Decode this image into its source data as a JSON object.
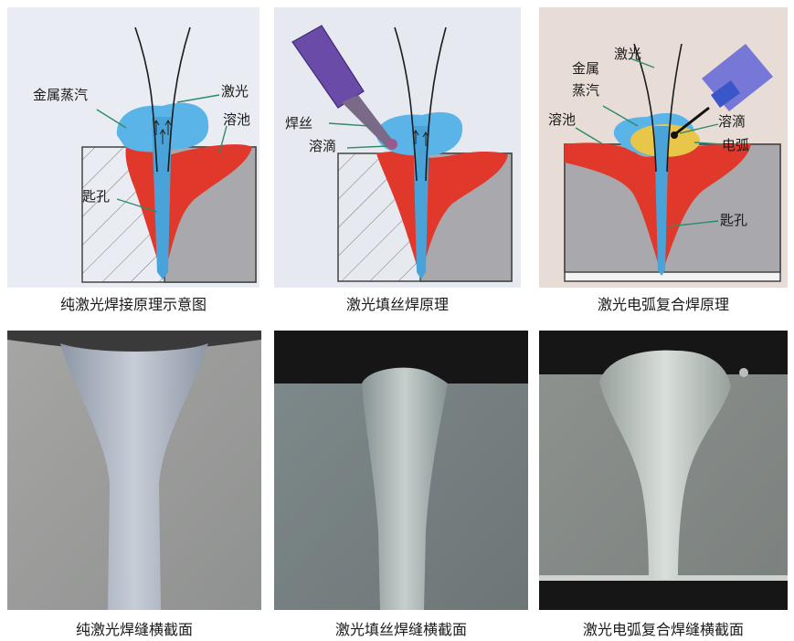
{
  "panels": [
    {
      "caption": "纯激光焊接原理示意图",
      "labels": {
        "vapor": "金属蒸汽",
        "laser": "激光",
        "pool": "溶池",
        "keyhole": "匙孔"
      }
    },
    {
      "caption": "激光填丝焊原理",
      "labels": {
        "wire": "焊丝",
        "droplet": "溶滴"
      }
    },
    {
      "caption": "激光电弧复合焊原理",
      "labels": {
        "laser": "激光",
        "vapor_1": "金属",
        "vapor_2": "蒸汽",
        "pool": "溶池",
        "droplet": "溶滴",
        "arc": "电弧",
        "keyhole": "匙孔"
      }
    }
  ],
  "cross_sections": [
    {
      "caption": "纯激光焊缝横截面"
    },
    {
      "caption": "激光填丝焊缝横截面"
    },
    {
      "caption": "激光电弧复合焊缝横截面"
    }
  ],
  "colors": {
    "panel1_bg": "#e9ecf3",
    "panel2_bg": "#e7e9f0",
    "panel3_bg": "#e7ddd6",
    "melt": "#e0392c",
    "vapor": "#5ab4e8",
    "keyhole": "#4aa3d8",
    "hatched_metal": "#f3f3f3",
    "solid_metal": "#a7a7ab",
    "torch": "#6a4ba8",
    "arc_glow": "#e8c64a"
  }
}
